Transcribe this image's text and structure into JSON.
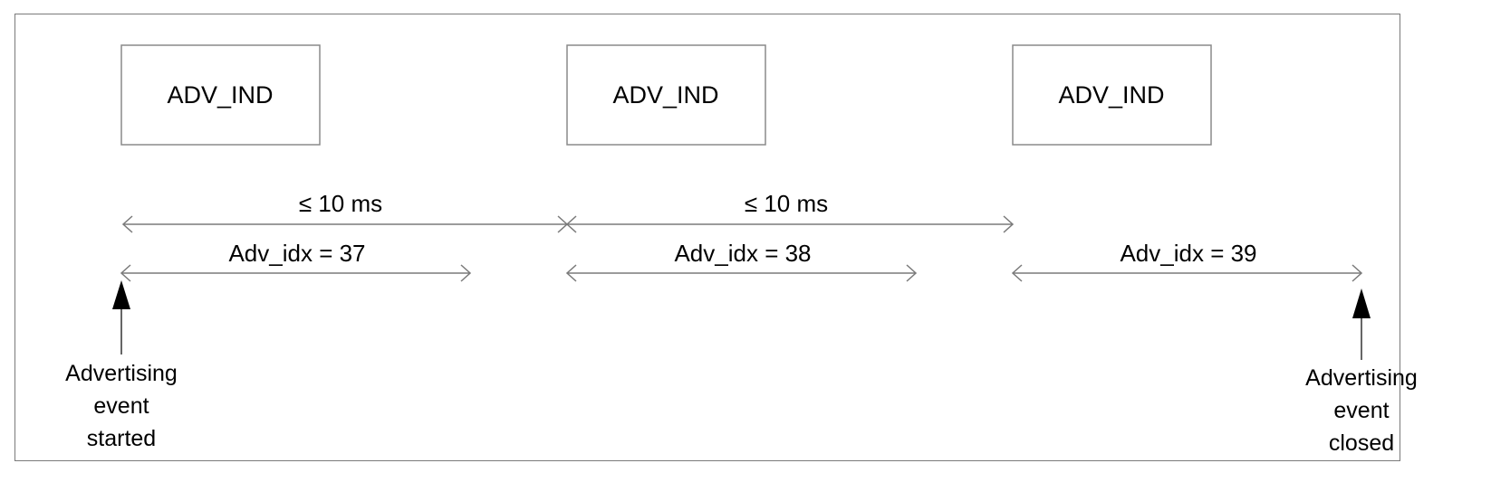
{
  "packets": [
    {
      "label": "ADV_IND"
    },
    {
      "label": "ADV_IND"
    },
    {
      "label": "ADV_IND"
    }
  ],
  "intervals": [
    {
      "label": "≤ 10 ms"
    },
    {
      "label": "≤ 10 ms"
    }
  ],
  "channels": [
    {
      "label": "Adv_idx = 37"
    },
    {
      "label": "Adv_idx = 38"
    },
    {
      "label": "Adv_idx = 39"
    }
  ],
  "events": {
    "start": {
      "lines": [
        "Advertising",
        "event",
        "started"
      ]
    },
    "end": {
      "lines": [
        "Advertising",
        "event",
        "closed"
      ]
    }
  },
  "colors": {
    "line": "#7a7a7a",
    "box_border": "#8a8a8a",
    "text": "#000000"
  }
}
